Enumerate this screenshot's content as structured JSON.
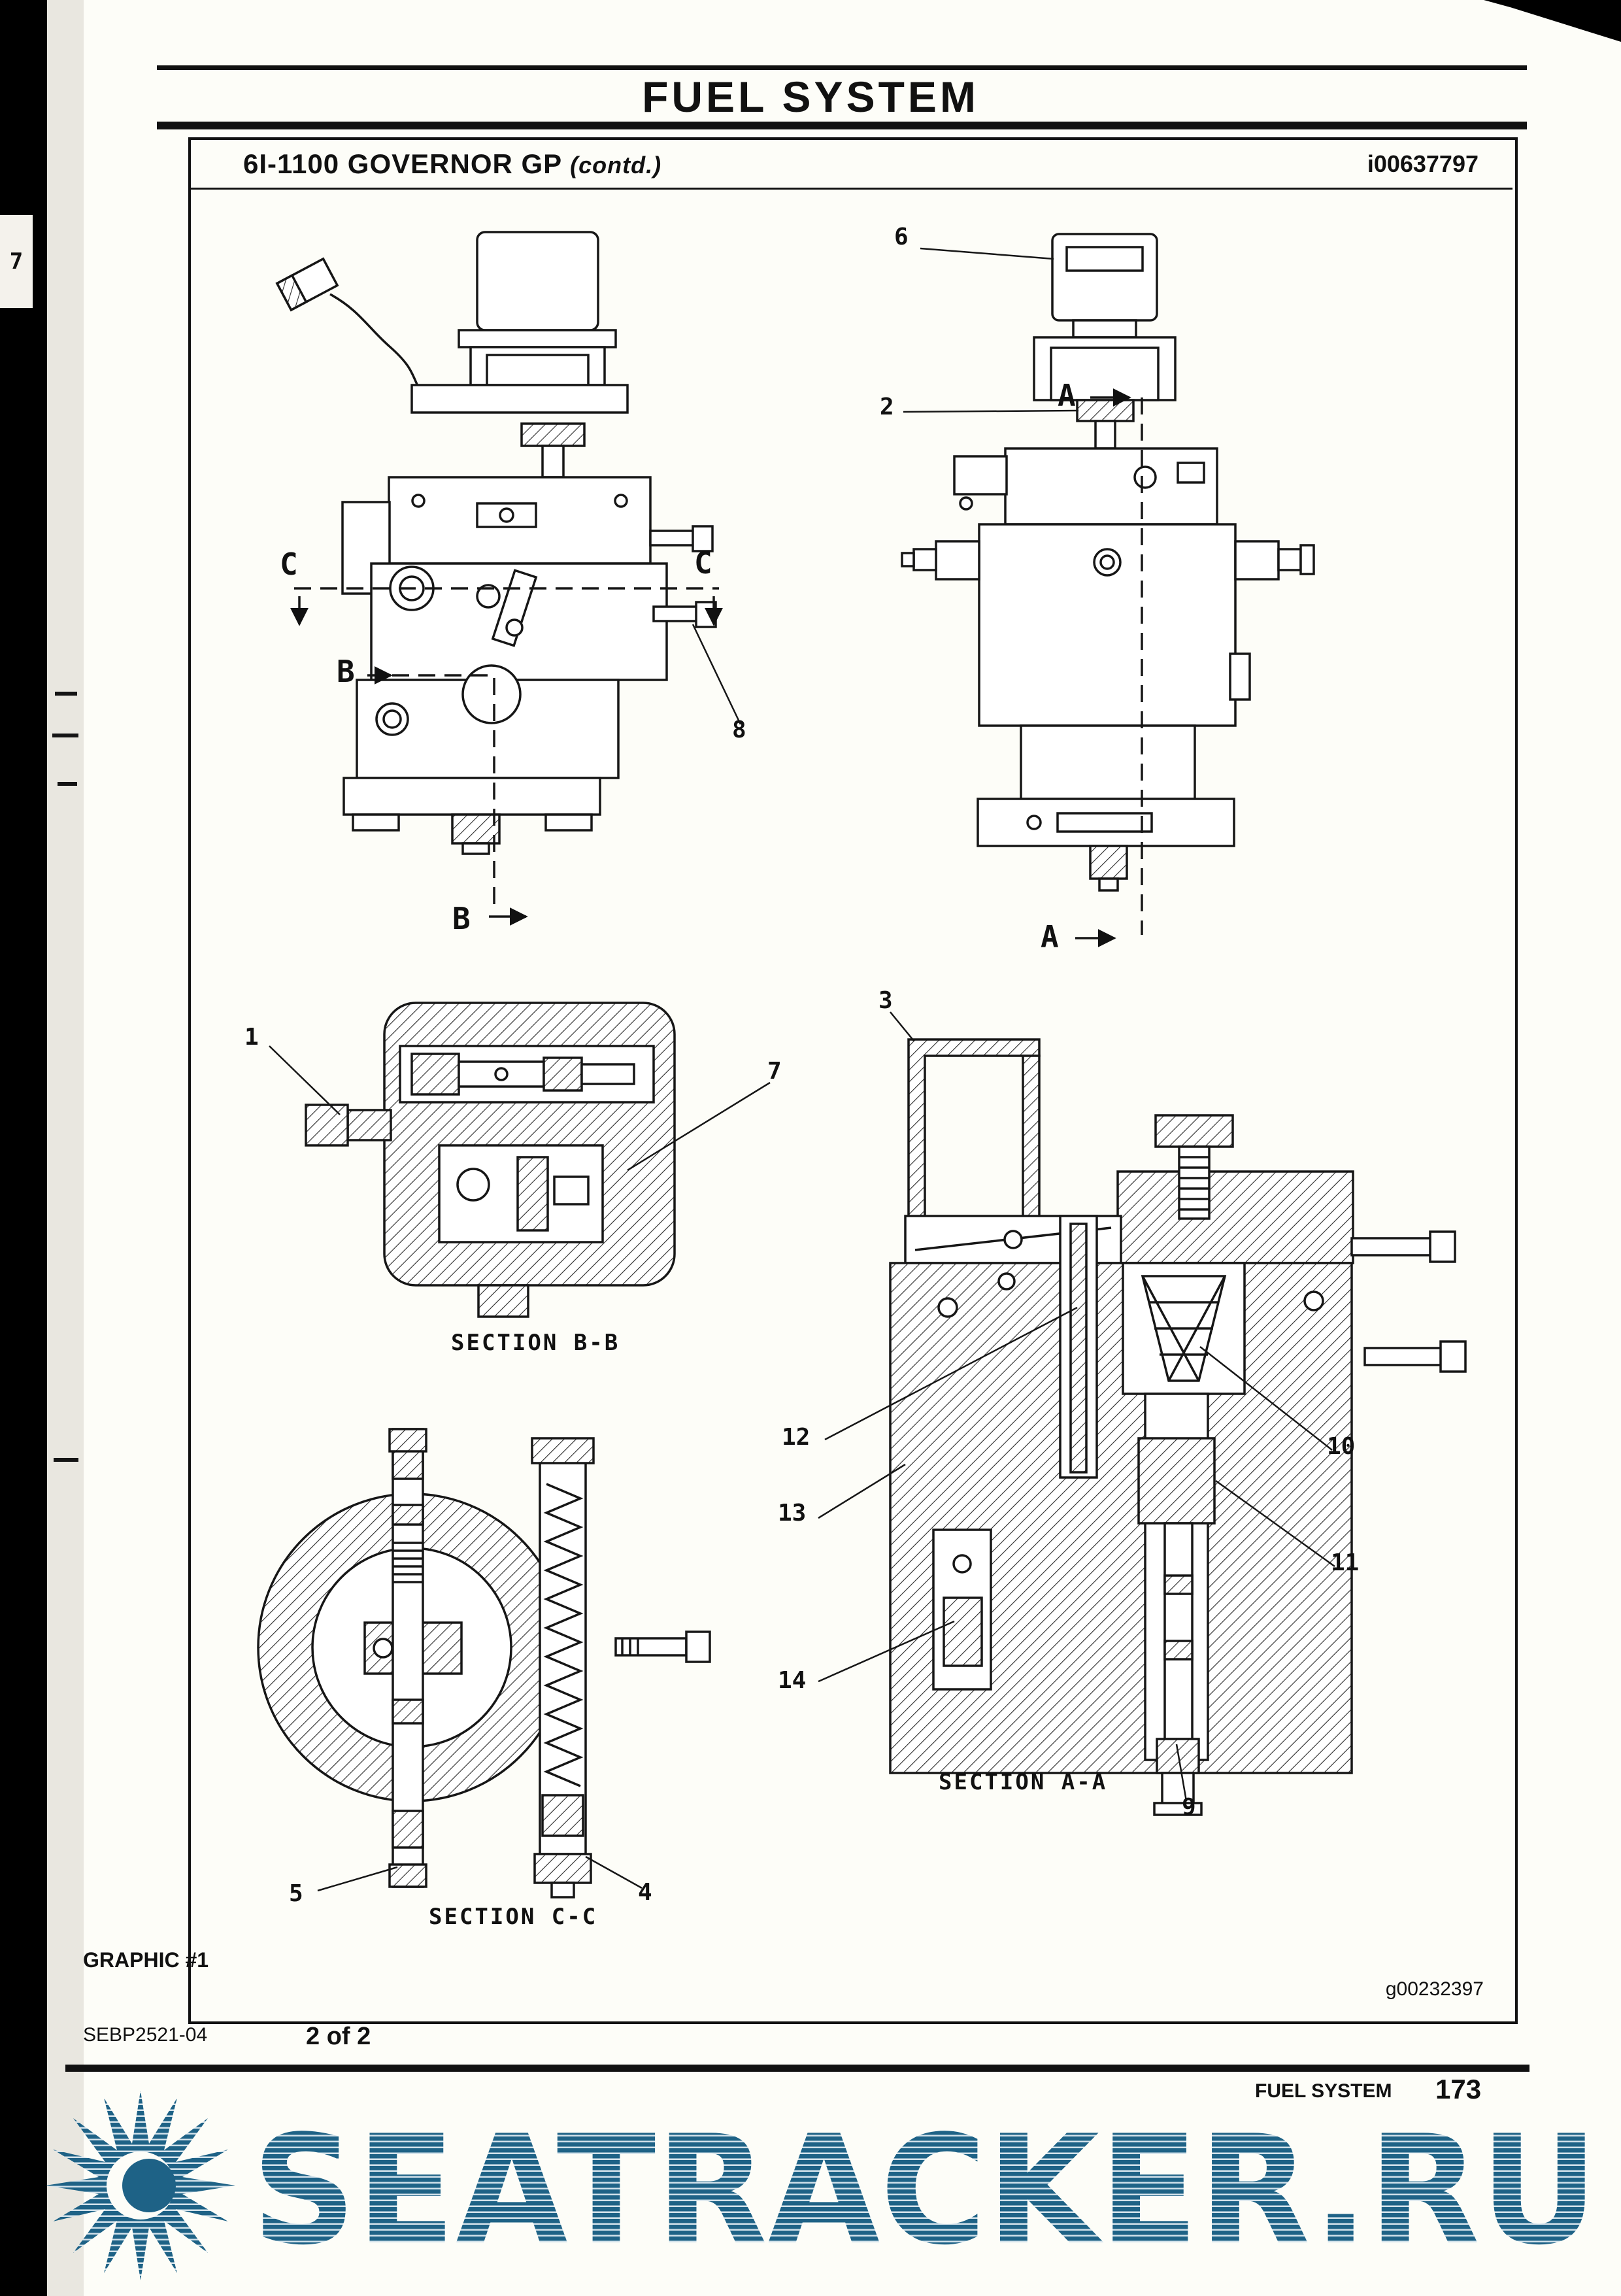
{
  "page": {
    "header_title": "FUEL SYSTEM",
    "section_title": "6I-1100 GOVERNOR GP",
    "section_suffix": "(contd.)",
    "doc_id": "i00637797",
    "graphic_label": "GRAPHIC #1",
    "graphic_id": "g00232397",
    "manual_code": "SEBP2521-04",
    "sheet": "2 of 2",
    "footer_title": "FUEL SYSTEM",
    "page_number": "173",
    "edge_tab": "7"
  },
  "diagram": {
    "callouts": {
      "c1": "1",
      "c2": "2",
      "c3": "3",
      "c4": "4",
      "c5": "5",
      "c6": "6",
      "c7": "7",
      "c8": "8",
      "c9": "9",
      "c10": "10",
      "c11": "11",
      "c12": "12",
      "c13": "13",
      "c14": "14"
    },
    "cut_letters": {
      "a": "A",
      "b": "B",
      "c": "C"
    },
    "sections": {
      "bb": "SECTION B-B",
      "cc": "SECTION C-C",
      "aa": "SECTION A-A"
    }
  },
  "watermark": {
    "text": "SEATRACKER.RU",
    "color": "#1e6286"
  }
}
